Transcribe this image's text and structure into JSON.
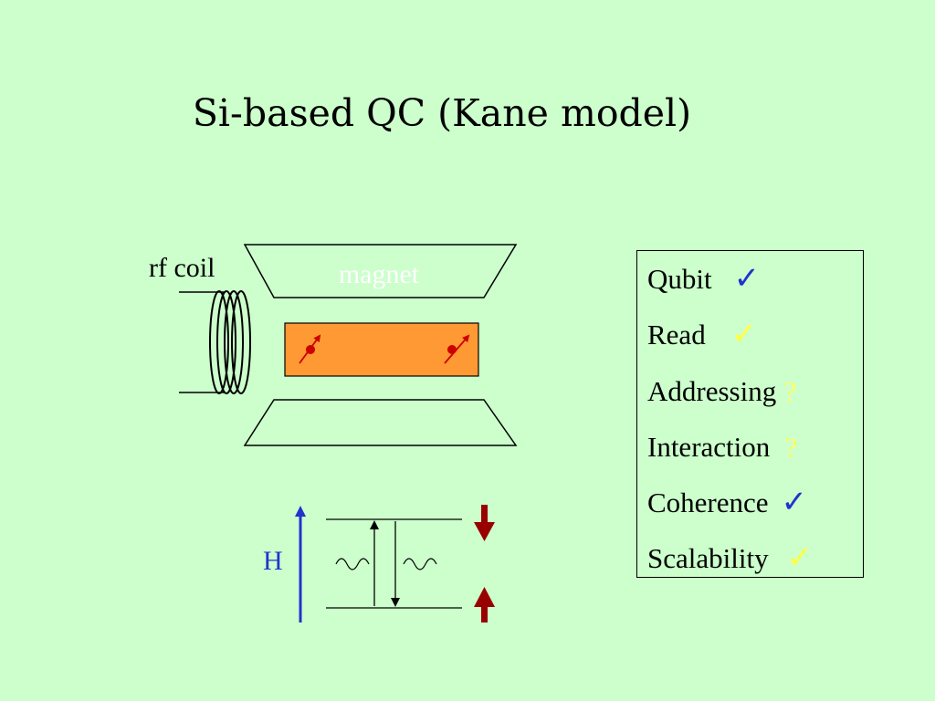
{
  "title": "Si-based QC (Kane model)",
  "diagram": {
    "rf_coil_label": "rf coil",
    "magnet_label": "magnet",
    "field_label": "H"
  },
  "requirements": [
    {
      "label": "Qubit",
      "mark": "✓",
      "color": "#2233cc"
    },
    {
      "label": "Read",
      "mark": "✓",
      "color": "#ffff44"
    },
    {
      "label": "Addressing",
      "mark": "?",
      "color": "#ffff66"
    },
    {
      "label": "Interaction",
      "mark": "?",
      "color": "#ffff66"
    },
    {
      "label": "Coherence",
      "mark": "✓",
      "color": "#2233cc"
    },
    {
      "label": "Scalability",
      "mark": "✓",
      "color": "#ffff44"
    }
  ],
  "colors": {
    "background": "#ccffcc",
    "sample": "#ff9933",
    "spin": "#cc0000",
    "field_arrow": "#2233cc",
    "spin_arrows": "#990000"
  }
}
